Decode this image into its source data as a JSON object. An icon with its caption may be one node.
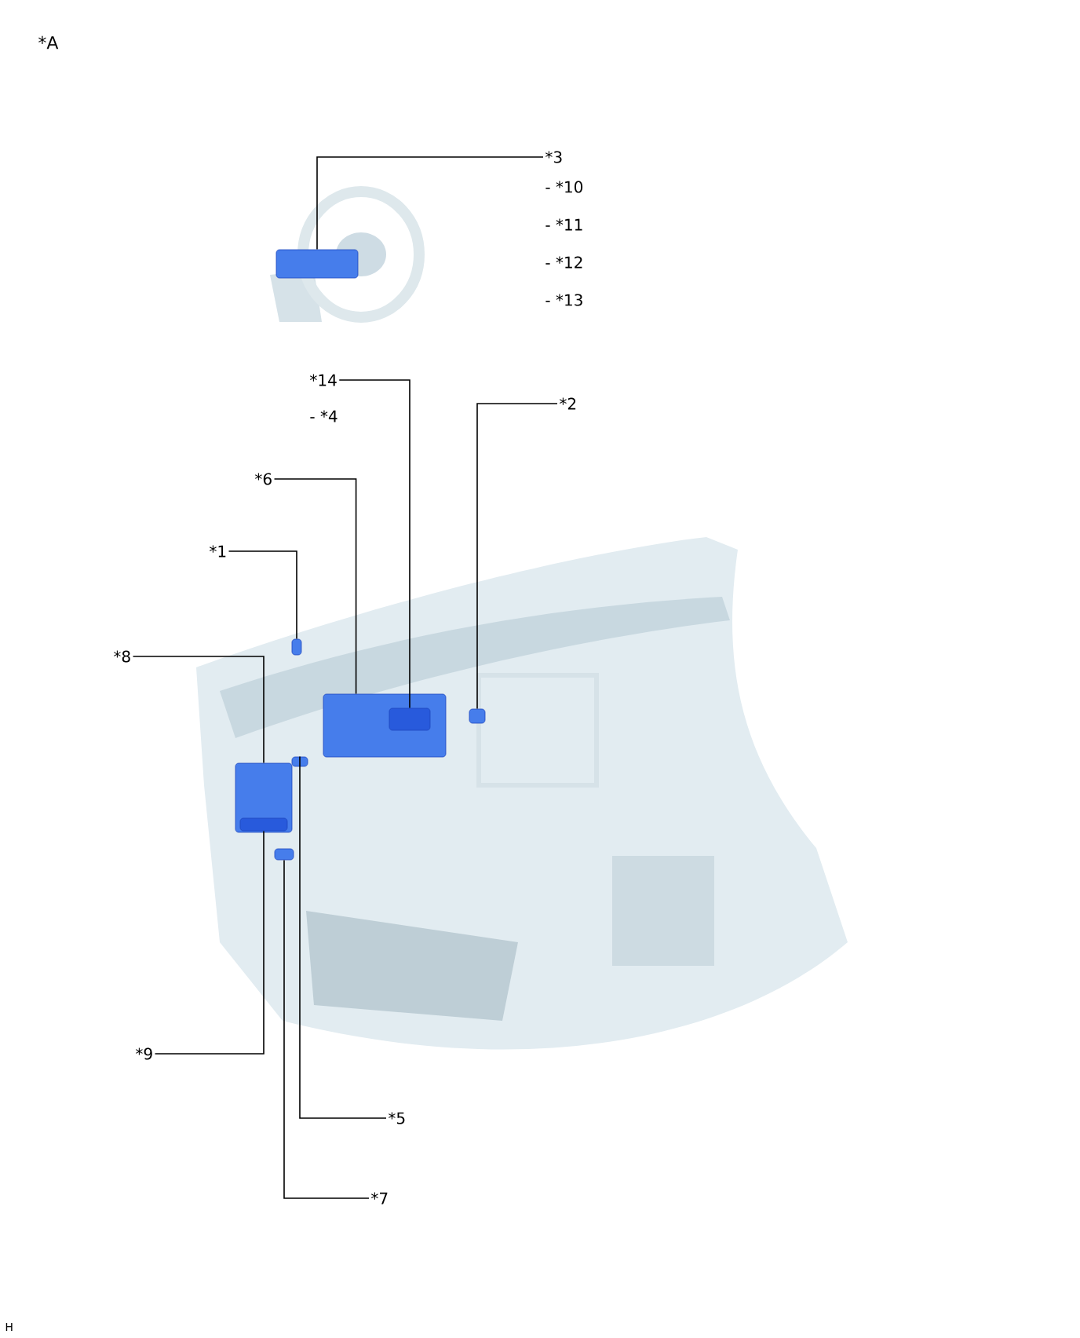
{
  "diagram": {
    "nodes": [
      {
        "text": [
          "*3"
        ]
      },
      {
        "text": [
          "*14"
        ]
      },
      {
        "text": [
          "*2"
        ]
      },
      {
        "text": [
          "*6"
        ]
      },
      {
        "text": [
          "*1"
        ]
      },
      {
        "text": [
          "*8"
        ]
      },
      {
        "text": [
          "*9"
        ]
      },
      {
        "text": [
          "*5"
        ]
      },
      {
        "text": [
          "*7"
        ]
      },
      {
        "text": [],
        "shape": "box"
      },
      {
        "text": [],
        "shape": "box"
      },
      {
        "text": [],
        "shape": "box",
        "in": 10
      },
      {
        "text": [],
        "shape": "box"
      },
      {
        "text": [],
        "shape": "box"
      },
      {
        "text": [],
        "shape": "box"
      },
      {
        "text": [],
        "shape": "box",
        "in": 14
      },
      {
        "text": [],
        "shape": "box"
      },
      {
        "text": [],
        "shape": "box"
      }
    ],
    "edges": [
      {
        "from": 0,
        "to": 9,
        "arrow": "none"
      },
      {
        "from": 1,
        "to": 11,
        "arrow": "none"
      },
      {
        "from": 2,
        "to": 12,
        "arrow": "none"
      },
      {
        "from": 3,
        "to": 10,
        "arrow": "none"
      },
      {
        "from": 4,
        "to": 13,
        "arrow": "none"
      },
      {
        "from": 5,
        "to": 14,
        "arrow": "none"
      },
      {
        "from": 6,
        "to": 15,
        "arrow": "none"
      },
      {
        "from": 7,
        "to": 16,
        "arrow": "none"
      },
      {
        "from": 8,
        "to": 17,
        "arrow": "none"
      }
    ],
    "labels": [
      "*A",
      "- *10",
      "- *11",
      "- *12",
      "- *13",
      "- *4",
      "H"
    ]
  }
}
